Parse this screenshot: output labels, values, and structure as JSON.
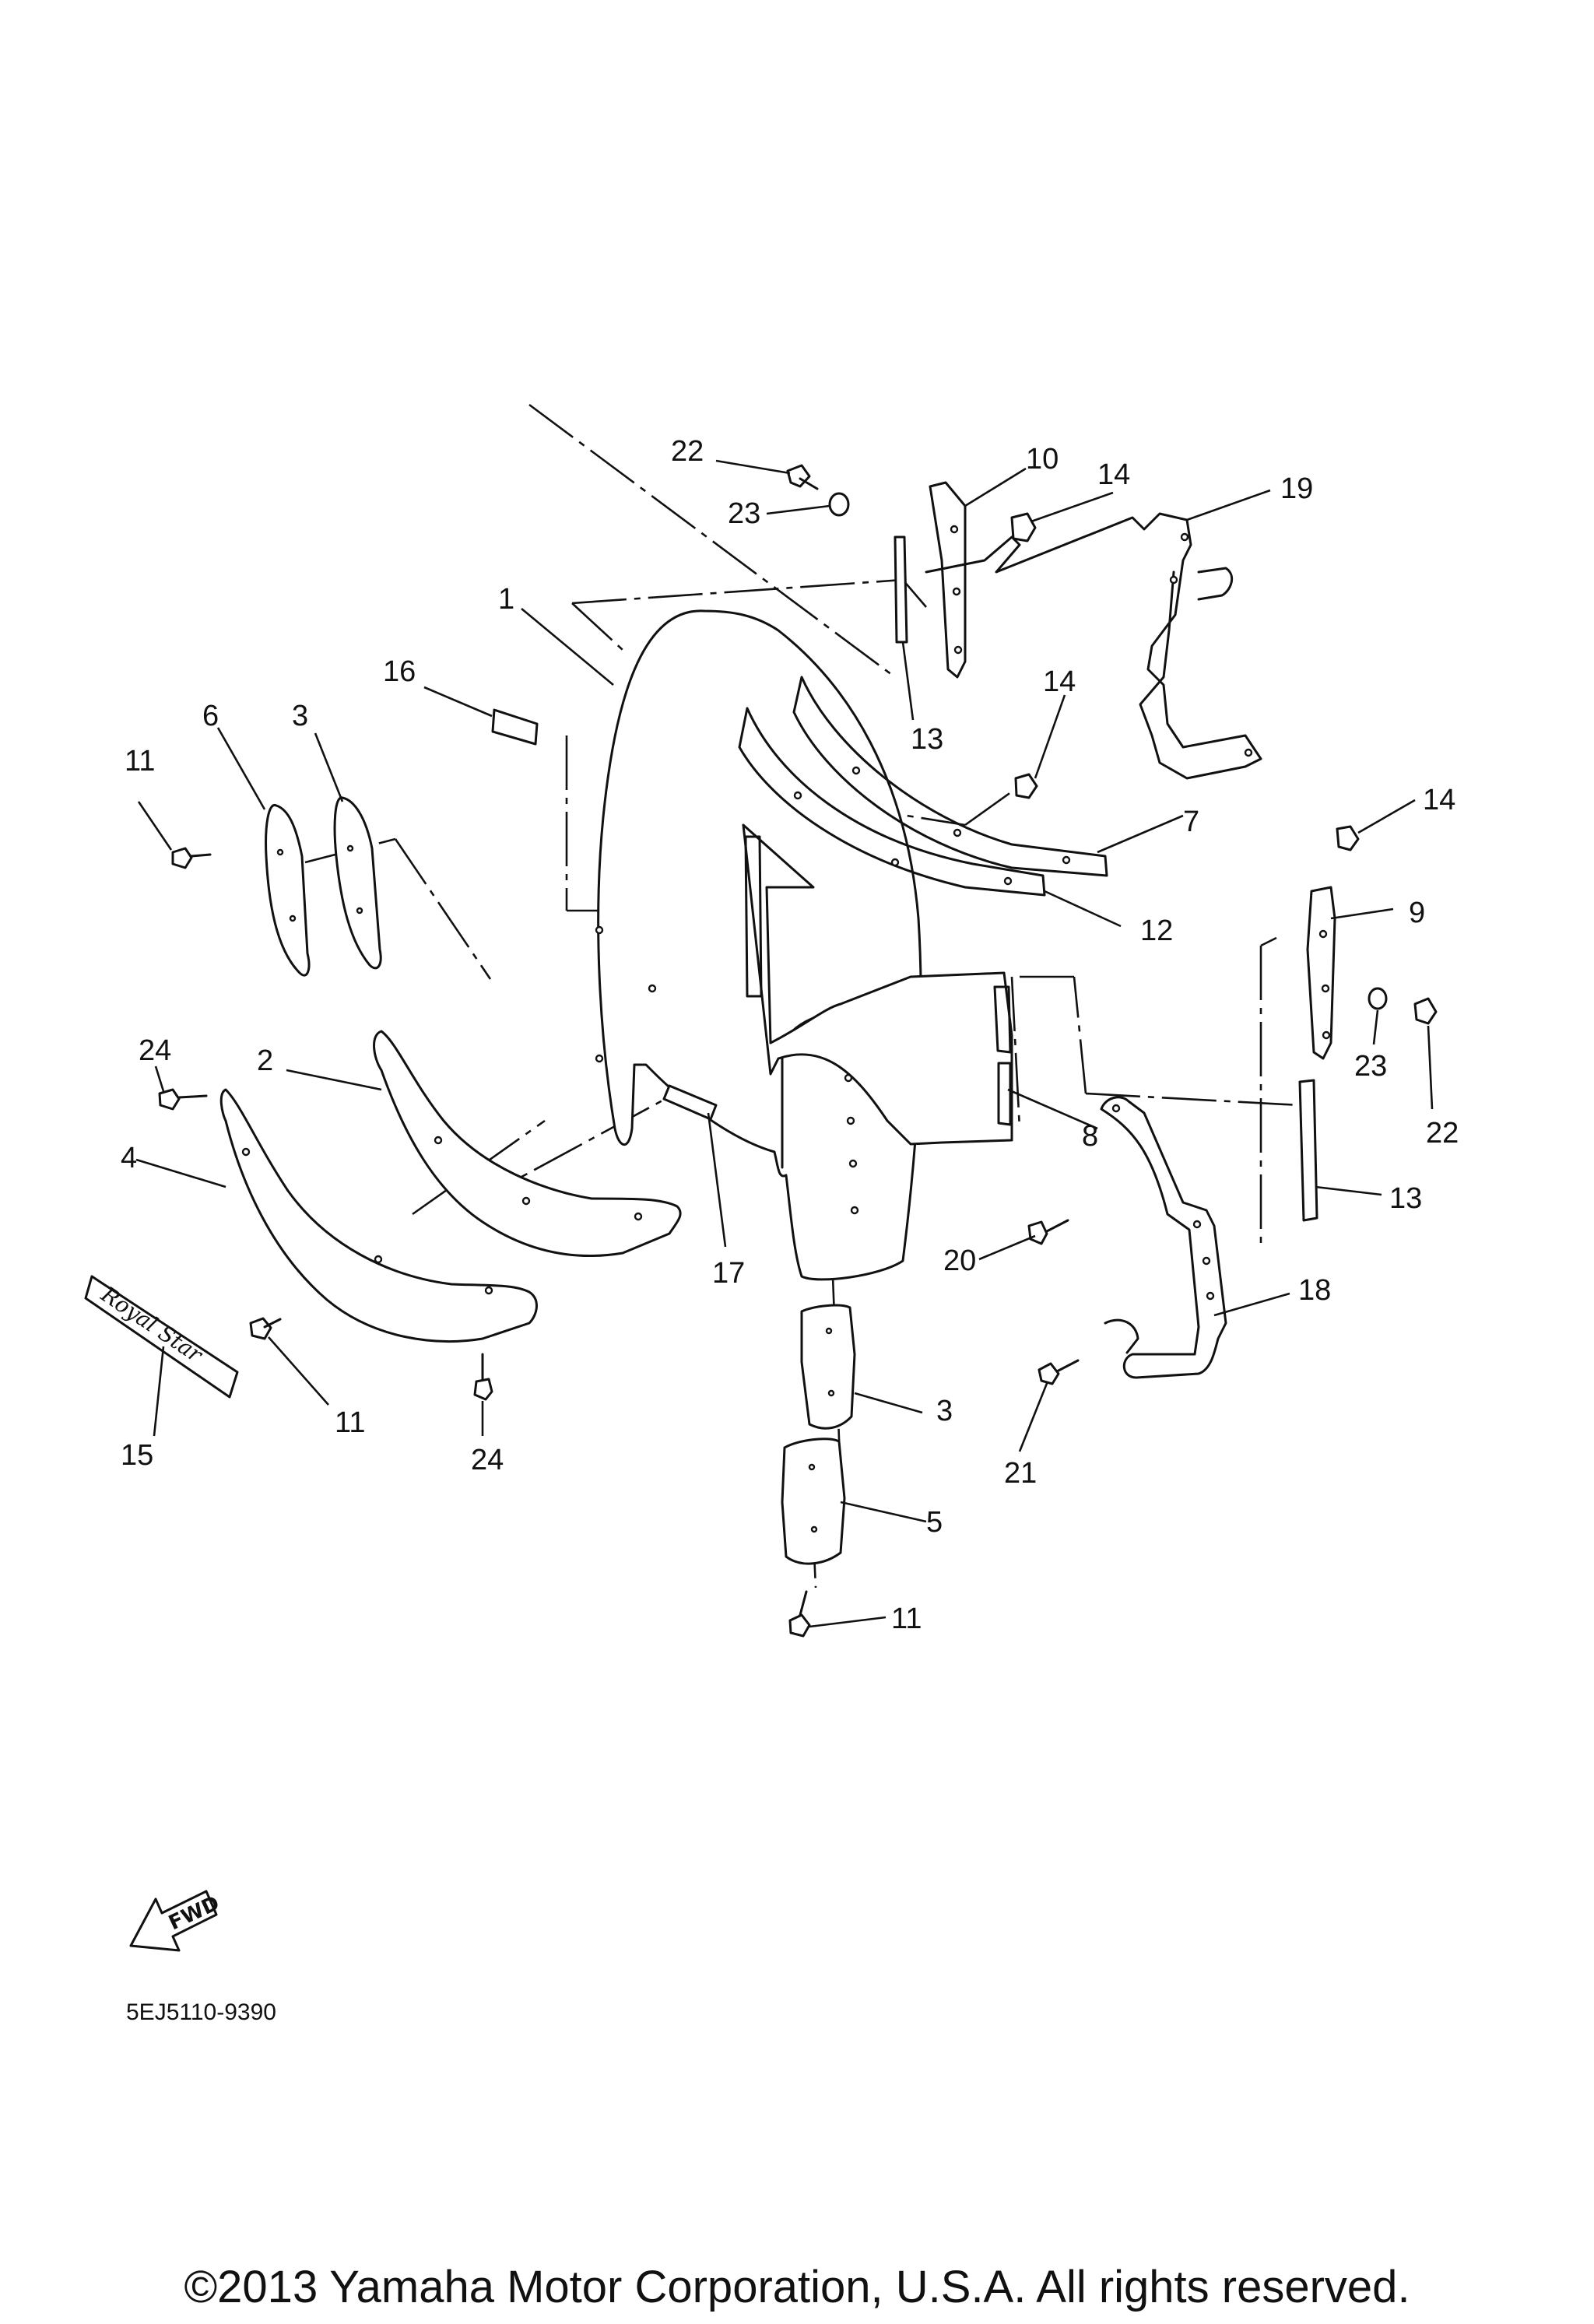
{
  "callouts": {
    "c1": "1",
    "c2": "2",
    "c3a": "3",
    "c3b": "3",
    "c4": "4",
    "c5": "5",
    "c6": "6",
    "c7": "7",
    "c8": "8",
    "c9": "9",
    "c10": "10",
    "c11a": "11",
    "c11b": "11",
    "c11c": "11",
    "c12": "12",
    "c13a": "13",
    "c13b": "13",
    "c14a": "14",
    "c14b": "14",
    "c14c": "14",
    "c15": "15",
    "c16": "16",
    "c17": "17",
    "c18": "18",
    "c19": "19",
    "c20": "20",
    "c21": "21",
    "c22a": "22",
    "c22b": "22",
    "c23a": "23",
    "c23b": "23",
    "c24a": "24",
    "c24b": "24"
  },
  "emblem_text": "Royal Star",
  "forward_marker": "FWD",
  "diagram_code": "5EJ5110-9390",
  "copyright": "©2013 Yamaha Motor Corporation, U.S.A. All rights reserved."
}
